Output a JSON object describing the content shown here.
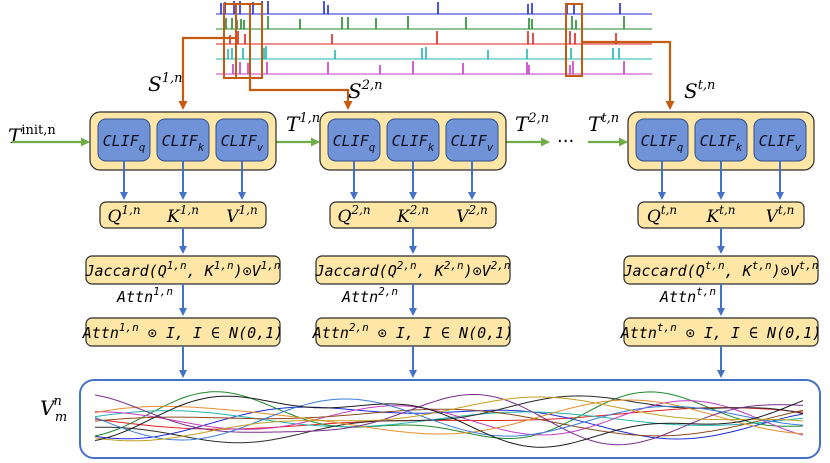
{
  "labels": {
    "t_init": "T",
    "t_init_sup": "init,n",
    "t_seq": [
      {
        "base": "T",
        "sup": "1,n"
      },
      {
        "base": "T",
        "sup": "2,n"
      },
      {
        "base": "T",
        "sup": "t,n"
      }
    ],
    "ellipsis": "···",
    "v_base": "V",
    "v_sub": "m",
    "v_sup": "n"
  },
  "spike_rows": [
    "blue",
    "green",
    "red",
    "teal",
    "magenta"
  ],
  "colors": {
    "box_fill": "#fde6a6",
    "inner_fill": "#6f93d6",
    "arrow_blue": "#4472c4",
    "arrow_green": "#70ad47",
    "arrow_orange": "#c55a11",
    "spike_blue": "#1f2bd6",
    "spike_green": "#1f8a2c",
    "spike_red": "#e0201e",
    "spike_teal": "#22b5b0",
    "spike_magenta": "#c43cc4",
    "wave_panel_border": "#4472c4"
  },
  "stages": [
    {
      "s_base": "S",
      "s_sup": "1,n",
      "clif": [
        {
          "base": "CLIF",
          "sub": "q"
        },
        {
          "base": "CLIF",
          "sub": "k"
        },
        {
          "base": "CLIF",
          "sub": "v"
        }
      ],
      "qkv": [
        {
          "base": "Q",
          "sup": "1,n"
        },
        {
          "base": "K",
          "sup": "1,n"
        },
        {
          "base": "V",
          "sup": "1,n"
        }
      ],
      "jaccard": {
        "pre": "Jaccard(Q",
        "s1": "1,n",
        "mid": ", K",
        "s2": "1,n",
        "post": ")⊙V",
        "s3": "1,n"
      },
      "attn": {
        "base": "Attn",
        "sup": "1,n"
      },
      "noise": {
        "pre": "Attn",
        "sup": "1,n",
        "post": " ⊙ I, I ∈ N(0,1)"
      }
    },
    {
      "s_base": "S",
      "s_sup": "2,n",
      "clif": [
        {
          "base": "CLIF",
          "sub": "q"
        },
        {
          "base": "CLIF",
          "sub": "k"
        },
        {
          "base": "CLIF",
          "sub": "v"
        }
      ],
      "qkv": [
        {
          "base": "Q",
          "sup": "2,n"
        },
        {
          "base": "K",
          "sup": "2,n"
        },
        {
          "base": "V",
          "sup": "2,n"
        }
      ],
      "jaccard": {
        "pre": "Jaccard(Q",
        "s1": "2,n",
        "mid": ", K",
        "s2": "2,n",
        "post": ")⊙V",
        "s3": "2,n"
      },
      "attn": {
        "base": "Attn",
        "sup": "2,n"
      },
      "noise": {
        "pre": "Attn",
        "sup": "2,n",
        "post": " ⊙ I, I ∈ N(0,1)"
      }
    },
    {
      "s_base": "S",
      "s_sup": "t,n",
      "clif": [
        {
          "base": "CLIF",
          "sub": "q"
        },
        {
          "base": "CLIF",
          "sub": "k"
        },
        {
          "base": "CLIF",
          "sub": "v"
        }
      ],
      "qkv": [
        {
          "base": "Q",
          "sup": "t,n"
        },
        {
          "base": "K",
          "sup": "t,n"
        },
        {
          "base": "V",
          "sup": "t,n"
        }
      ],
      "jaccard": {
        "pre": "Jaccard(Q",
        "s1": "t,n",
        "mid": ", K",
        "s2": "t,n",
        "post": ")⊙V",
        "s3": "t,n"
      },
      "attn": {
        "base": "Attn",
        "sup": "t,n"
      },
      "noise": {
        "pre": "Attn",
        "sup": "t,n",
        "post": " ⊙ I, I ∈ N(0,1)"
      }
    }
  ]
}
